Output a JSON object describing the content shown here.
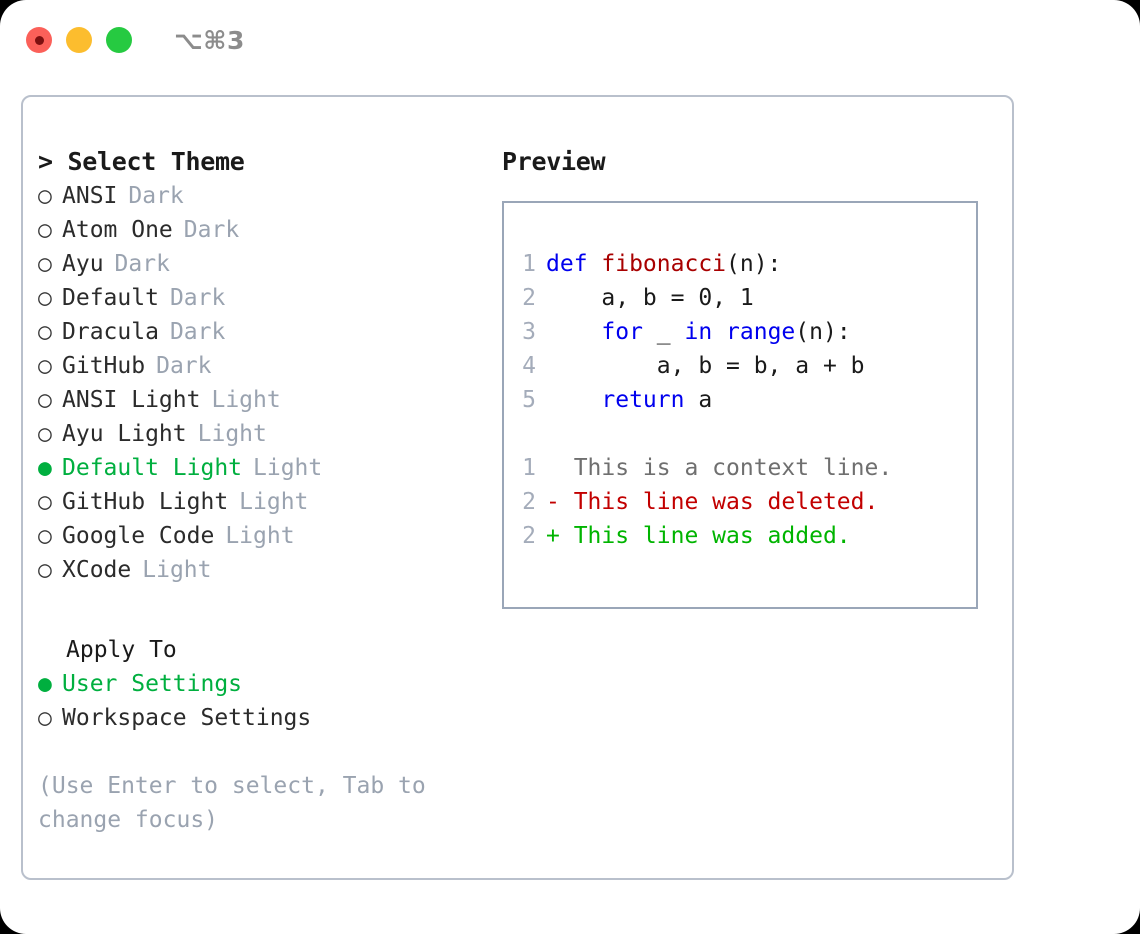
{
  "titlebar": {
    "shortcut": "⌥⌘3",
    "traffic_lights": [
      {
        "name": "close",
        "color": "#fb6059"
      },
      {
        "name": "minimize",
        "color": "#fcbd2e"
      },
      {
        "name": "maximize",
        "color": "#26ca41"
      }
    ]
  },
  "colors": {
    "accent_green": "#00af3f",
    "muted_gray": "#9aa3b0",
    "panel_border": "#b9c0cc",
    "preview_border": "#9aa6b8",
    "keyword_blue": "#0000ee",
    "function_red": "#a80000",
    "diff_delete": "#c20000",
    "diff_add": "#00b400"
  },
  "theme_panel": {
    "heading": "> Select Theme",
    "items": [
      {
        "marker": "○",
        "name": "ANSI",
        "kind": "Dark",
        "selected": false
      },
      {
        "marker": "○",
        "name": "Atom One",
        "kind": "Dark",
        "selected": false
      },
      {
        "marker": "○",
        "name": "Ayu",
        "kind": "Dark",
        "selected": false
      },
      {
        "marker": "○",
        "name": "Default",
        "kind": "Dark",
        "selected": false
      },
      {
        "marker": "○",
        "name": "Dracula",
        "kind": "Dark",
        "selected": false
      },
      {
        "marker": "○",
        "name": "GitHub",
        "kind": "Dark",
        "selected": false
      },
      {
        "marker": "○",
        "name": "ANSI Light",
        "kind": "Light",
        "selected": false
      },
      {
        "marker": "○",
        "name": "Ayu Light",
        "kind": "Light",
        "selected": false
      },
      {
        "marker": "●",
        "name": "Default Light",
        "kind": "Light",
        "selected": true
      },
      {
        "marker": "○",
        "name": "GitHub Light",
        "kind": "Light",
        "selected": false
      },
      {
        "marker": "○",
        "name": "Google Code",
        "kind": "Light",
        "selected": false
      },
      {
        "marker": "○",
        "name": "XCode",
        "kind": "Light",
        "selected": false
      }
    ]
  },
  "apply_to": {
    "heading": "Apply To",
    "options": [
      {
        "marker": "●",
        "label": "User Settings",
        "selected": true
      },
      {
        "marker": "○",
        "label": "Workspace Settings",
        "selected": false
      }
    ]
  },
  "hint": "(Use Enter to select, Tab to change focus)",
  "preview": {
    "heading": "Preview",
    "code_lines": [
      {
        "no": "1",
        "tokens": [
          {
            "t": "def ",
            "c": "kw"
          },
          {
            "t": "fibonacci",
            "c": "fn"
          },
          {
            "t": "(n):",
            "c": "pl"
          }
        ]
      },
      {
        "no": "2",
        "tokens": [
          {
            "t": "    a, b = 0, 1",
            "c": "pl"
          }
        ]
      },
      {
        "no": "3",
        "tokens": [
          {
            "t": "    ",
            "c": "pl"
          },
          {
            "t": "for",
            "c": "kw"
          },
          {
            "t": " _ ",
            "c": "pl"
          },
          {
            "t": "in",
            "c": "kw"
          },
          {
            "t": " ",
            "c": "pl"
          },
          {
            "t": "range",
            "c": "kw"
          },
          {
            "t": "(n):",
            "c": "pl"
          }
        ]
      },
      {
        "no": "4",
        "tokens": [
          {
            "t": "        a, b = b, a + b",
            "c": "pl"
          }
        ]
      },
      {
        "no": "5",
        "tokens": [
          {
            "t": "    ",
            "c": "pl"
          },
          {
            "t": "return",
            "c": "kw"
          },
          {
            "t": " a",
            "c": "pl"
          }
        ]
      }
    ],
    "diff_lines": [
      {
        "no": "1",
        "text": "  This is a context line.",
        "kind": "ctx"
      },
      {
        "no": "2",
        "text": "- This line was deleted.",
        "kind": "del"
      },
      {
        "no": "2",
        "text": "+ This line was added.",
        "kind": "add"
      }
    ]
  }
}
